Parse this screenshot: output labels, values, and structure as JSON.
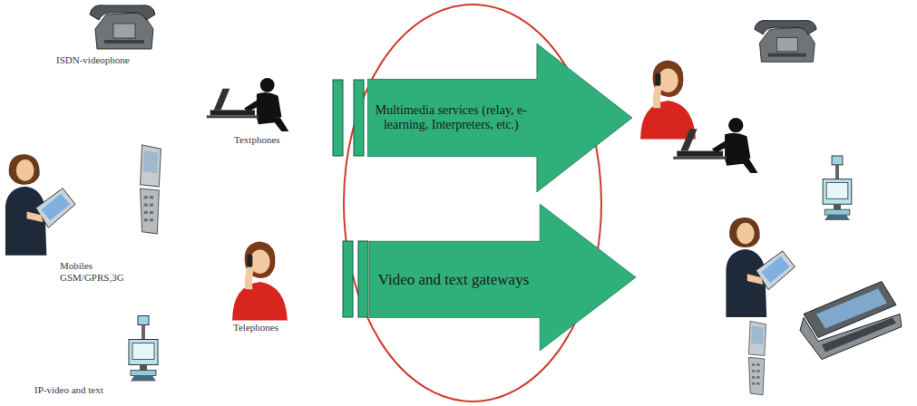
{
  "diagram": {
    "nodes": [
      {
        "text": [
          "Multimedia services (relay, e-learning, Interpreters, etc.)"
        ]
      },
      {
        "text": [
          "Video and text gateways"
        ]
      }
    ],
    "labels": [
      "ISDN-videophone",
      "Textphones",
      "Mobiles GSM/GPRS,3G",
      "IP-video and text",
      "Telephones"
    ]
  }
}
